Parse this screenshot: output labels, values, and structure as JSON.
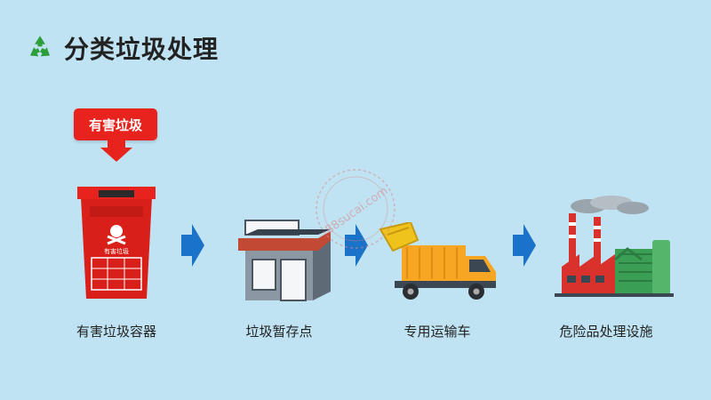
{
  "header": {
    "title": "分类垃圾处理",
    "icon": "recycle-icon",
    "icon_color": "#2e9e3a"
  },
  "badge": {
    "label": "有害垃圾",
    "color": "#e8231d"
  },
  "bin_label": "有害垃圾",
  "steps": [
    {
      "label": "有害垃圾容器",
      "icon": "hazardous-bin-icon"
    },
    {
      "label": "垃圾暂存点",
      "icon": "storage-kiosk-icon"
    },
    {
      "label": "专用运输车",
      "icon": "garbage-truck-icon"
    },
    {
      "label": "危险品处理设施",
      "icon": "factory-icon"
    }
  ],
  "colors": {
    "background": "#bfe3f2",
    "arrow": "#1a72c9",
    "bin": "#e8231d",
    "truck": "#f6a623"
  },
  "watermark": "88sucai.com"
}
